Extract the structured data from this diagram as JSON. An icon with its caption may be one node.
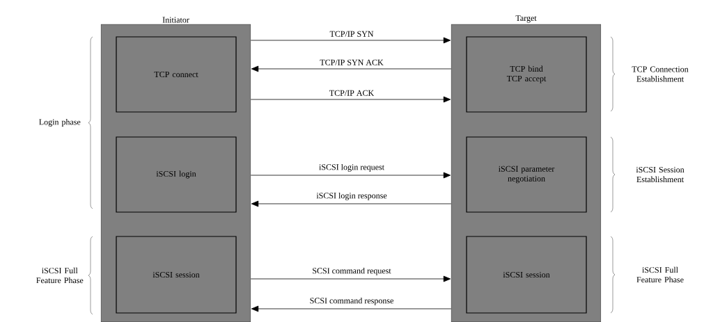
{
  "diagram": {
    "nodes": [
      {
        "text": [
          "Initiator"
        ]
      },
      {
        "text": [
          "TCP connect"
        ],
        "in": 0
      },
      {
        "text": [
          "iSCSI login"
        ],
        "in": 0
      },
      {
        "text": [
          "iSCSI session"
        ],
        "in": 0
      },
      {
        "text": [
          "Target"
        ]
      },
      {
        "text": [
          "TCP bind TCP accept"
        ],
        "in": 4
      },
      {
        "text": [
          "iSCSI parameter negotiation"
        ],
        "in": 4
      },
      {
        "text": [
          "iSCSI session"
        ],
        "in": 4
      }
    ],
    "edges": [
      {
        "from": 0,
        "to": 4,
        "arrow": "to",
        "label": "TCP/IP SYN"
      },
      {
        "from": 4,
        "to": 0,
        "arrow": "to",
        "label": "TCP/IP SYN ACK"
      },
      {
        "from": 0,
        "to": 4,
        "arrow": "to",
        "label": "TCP/IP ACK"
      },
      {
        "from": 0,
        "to": 4,
        "arrow": "to",
        "label": "iSCSI login request"
      },
      {
        "from": 4,
        "to": 0,
        "arrow": "to",
        "label": "iSCSI login response"
      },
      {
        "from": 0,
        "to": 4,
        "arrow": "to",
        "label": "SCSI command request"
      },
      {
        "from": 4,
        "to": 0,
        "arrow": "to",
        "label": "SCSI command response"
      }
    ],
    "labels": [
      "TCP Connection Establishment",
      "Login phase",
      "iSCSI Session Establishment",
      "iSCSI Full Feature Phase",
      "iSCSI Full Feature Phase"
    ]
  }
}
